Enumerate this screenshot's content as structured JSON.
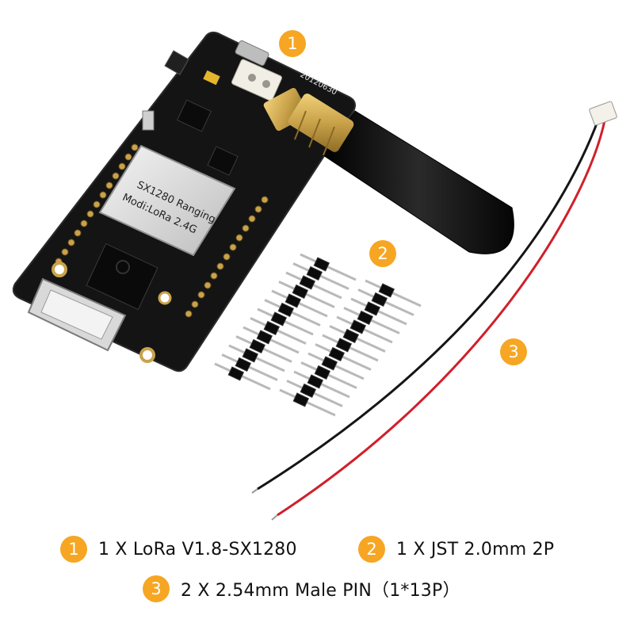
{
  "board": {
    "module_line1": "SX1280 Ranging",
    "module_line2": "Modi:LoRa 2.4G",
    "date_code": "20120630"
  },
  "callouts": [
    {
      "number": "1"
    },
    {
      "number": "2"
    },
    {
      "number": "3"
    }
  ],
  "legend": [
    {
      "number": "1",
      "text": "1 X LoRa V1.8-SX1280"
    },
    {
      "number": "2",
      "text": "1 X JST 2.0mm 2P"
    },
    {
      "number": "3",
      "text": "2 X 2.54mm Male PIN（1*13P）"
    }
  ],
  "colors": {
    "badge": "#f6a623",
    "pcb": "#151515",
    "gold": "#c9a24a",
    "wire_red": "#d0202a",
    "wire_black": "#151515"
  }
}
